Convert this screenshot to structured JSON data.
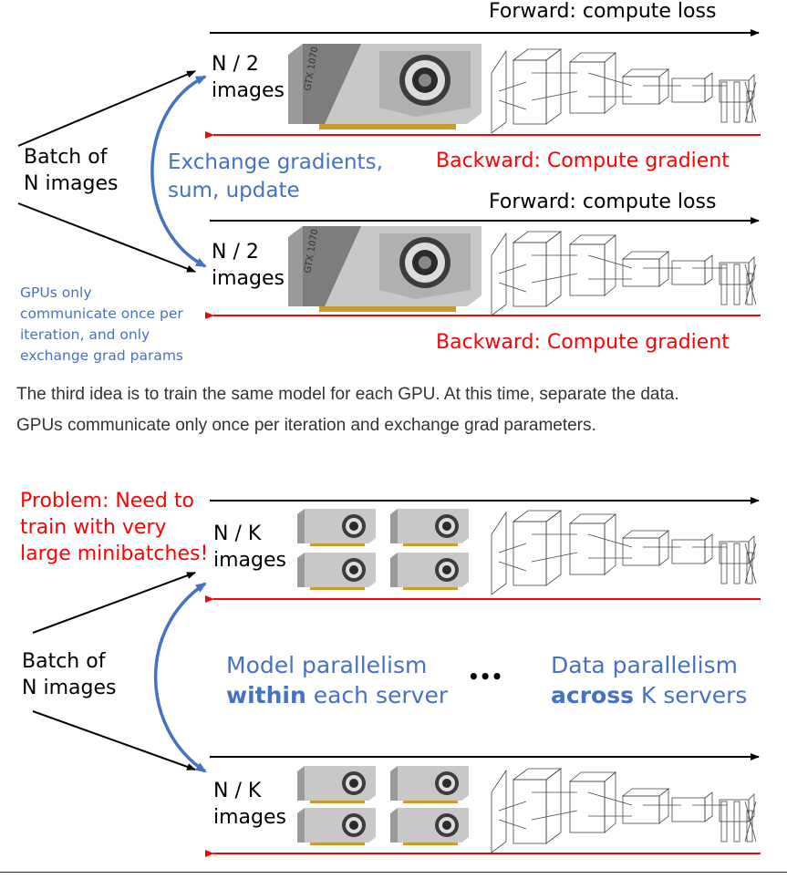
{
  "top_figure": {
    "forward_label": "Forward: compute loss",
    "backward_label": "Backward: Compute gradient",
    "batch_label_line1": "Batch of",
    "batch_label_line2": "N images",
    "exchange_line1": "Exchange gradients,",
    "exchange_line2": "sum, update",
    "half_images_line1": "N / 2",
    "half_images_line2": "images",
    "note_lines": [
      "GPUs only",
      "communicate once per",
      "iteration, and only",
      "exchange grad params"
    ],
    "gpu_model": "GTX 1070"
  },
  "paragraph": [
    "The third idea is to train the same model for each GPU. At this time, separate the data.",
    "GPUs communicate only once per iteration and exchange grad parameters."
  ],
  "bottom_figure": {
    "problem_lines": [
      "Problem: Need to",
      "train with very",
      "large minibatches!"
    ],
    "k_images_line1": "N / K",
    "k_images_line2": "images",
    "batch_label_line1": "Batch of",
    "batch_label_line2": "N images",
    "model_parallel_line1": "Model parallelism",
    "model_parallel_bold": "within",
    "model_parallel_rest": " each server",
    "ellipsis": "•••",
    "data_parallel_line1": "Data parallelism",
    "data_parallel_bold": "across",
    "data_parallel_rest": " K servers"
  },
  "colors": {
    "blue": "#4472c4",
    "red": "#ff0000",
    "black": "#000000"
  }
}
